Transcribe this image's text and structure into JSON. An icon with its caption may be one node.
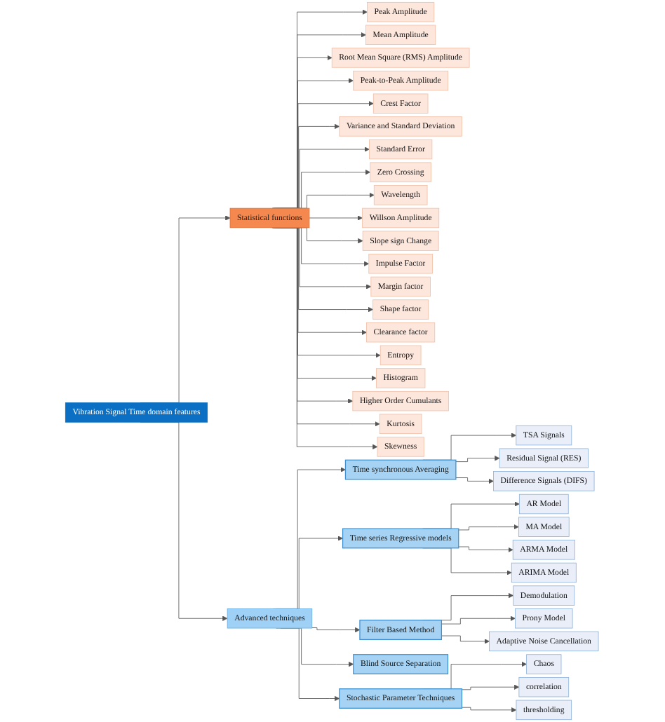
{
  "diagram": {
    "nodes": [
      {
        "text": [
          "Vibration Signal Time domain features"
        ]
      },
      {
        "text": [
          "Statistical functions"
        ]
      },
      {
        "text": [
          "Advanced techniques"
        ]
      },
      {
        "text": [
          "Peak Amplitude"
        ]
      },
      {
        "text": [
          "Mean Amplitude"
        ]
      },
      {
        "text": [
          "Root Mean Square (RMS) Amplitude"
        ]
      },
      {
        "text": [
          "Peak-to-Peak Amplitude"
        ]
      },
      {
        "text": [
          "Crest Factor"
        ]
      },
      {
        "text": [
          "Variance and Standard Deviation"
        ]
      },
      {
        "text": [
          "Standard Error"
        ]
      },
      {
        "text": [
          "Zero Crossing"
        ]
      },
      {
        "text": [
          "Wavelength"
        ]
      },
      {
        "text": [
          "Willson Amplitude"
        ]
      },
      {
        "text": [
          "Slope sign Change"
        ]
      },
      {
        "text": [
          "Impulse Factor"
        ]
      },
      {
        "text": [
          "Margin factor"
        ]
      },
      {
        "text": [
          "Shape factor"
        ]
      },
      {
        "text": [
          "Clearance factor"
        ]
      },
      {
        "text": [
          "Entropy"
        ]
      },
      {
        "text": [
          "Histogram"
        ]
      },
      {
        "text": [
          "Higher Order Cumulants"
        ]
      },
      {
        "text": [
          "Kurtosis"
        ]
      },
      {
        "text": [
          "Skewness"
        ]
      },
      {
        "text": [
          "Time synchronous Averaging"
        ]
      },
      {
        "text": [
          "Time series Regressive models"
        ]
      },
      {
        "text": [
          "Filter Based Method"
        ]
      },
      {
        "text": [
          "Blind Source Separation"
        ]
      },
      {
        "text": [
          "Stochastic Parameter Techniques"
        ]
      },
      {
        "text": [
          "TSA Signals"
        ]
      },
      {
        "text": [
          "Residual Signal (RES)"
        ]
      },
      {
        "text": [
          "Difference Signals (DIFS)"
        ]
      },
      {
        "text": [
          "AR Model"
        ]
      },
      {
        "text": [
          "MA Model"
        ]
      },
      {
        "text": [
          "ARMA Model"
        ]
      },
      {
        "text": [
          "ARIMA Model"
        ]
      },
      {
        "text": [
          "Demodulation"
        ]
      },
      {
        "text": [
          "Prony Model"
        ]
      },
      {
        "text": [
          "Adaptive Noise Cancellation"
        ]
      },
      {
        "text": [
          "Chaos"
        ]
      },
      {
        "text": [
          "correlation"
        ]
      },
      {
        "text": [
          "thresholding"
        ]
      }
    ],
    "edges": [
      {
        "from": 0,
        "to": 1,
        "arrow": "to"
      },
      {
        "from": 0,
        "to": 2,
        "arrow": "to"
      },
      {
        "from": 1,
        "to": 3,
        "arrow": "to"
      },
      {
        "from": 1,
        "to": 4,
        "arrow": "to"
      },
      {
        "from": 1,
        "to": 5,
        "arrow": "to"
      },
      {
        "from": 1,
        "to": 6,
        "arrow": "to"
      },
      {
        "from": 1,
        "to": 7,
        "arrow": "to"
      },
      {
        "from": 1,
        "to": 8,
        "arrow": "to"
      },
      {
        "from": 1,
        "to": 9,
        "arrow": "to"
      },
      {
        "from": 1,
        "to": 10,
        "arrow": "to"
      },
      {
        "from": 1,
        "to": 11,
        "arrow": "to"
      },
      {
        "from": 1,
        "to": 12,
        "arrow": "to"
      },
      {
        "from": 1,
        "to": 13,
        "arrow": "to"
      },
      {
        "from": 1,
        "to": 14,
        "arrow": "to"
      },
      {
        "from": 1,
        "to": 15,
        "arrow": "to"
      },
      {
        "from": 1,
        "to": 16,
        "arrow": "to"
      },
      {
        "from": 1,
        "to": 17,
        "arrow": "to"
      },
      {
        "from": 1,
        "to": 18,
        "arrow": "to"
      },
      {
        "from": 1,
        "to": 19,
        "arrow": "to"
      },
      {
        "from": 1,
        "to": 20,
        "arrow": "to"
      },
      {
        "from": 1,
        "to": 21,
        "arrow": "to"
      },
      {
        "from": 1,
        "to": 22,
        "arrow": "to"
      },
      {
        "from": 2,
        "to": 23,
        "arrow": "to"
      },
      {
        "from": 2,
        "to": 24,
        "arrow": "to"
      },
      {
        "from": 2,
        "to": 25,
        "arrow": "to"
      },
      {
        "from": 2,
        "to": 26,
        "arrow": "to"
      },
      {
        "from": 2,
        "to": 27,
        "arrow": "to"
      },
      {
        "from": 23,
        "to": 28,
        "arrow": "to"
      },
      {
        "from": 23,
        "to": 29,
        "arrow": "to"
      },
      {
        "from": 23,
        "to": 30,
        "arrow": "to"
      },
      {
        "from": 24,
        "to": 31,
        "arrow": "to"
      },
      {
        "from": 24,
        "to": 32,
        "arrow": "to"
      },
      {
        "from": 24,
        "to": 33,
        "arrow": "to"
      },
      {
        "from": 24,
        "to": 34,
        "arrow": "to"
      },
      {
        "from": 25,
        "to": 35,
        "arrow": "to"
      },
      {
        "from": 25,
        "to": 36,
        "arrow": "to"
      },
      {
        "from": 25,
        "to": 37,
        "arrow": "to"
      },
      {
        "from": 27,
        "to": 38,
        "arrow": "to"
      },
      {
        "from": 27,
        "to": 39,
        "arrow": "to"
      },
      {
        "from": 27,
        "to": 40,
        "arrow": "to"
      }
    ]
  }
}
